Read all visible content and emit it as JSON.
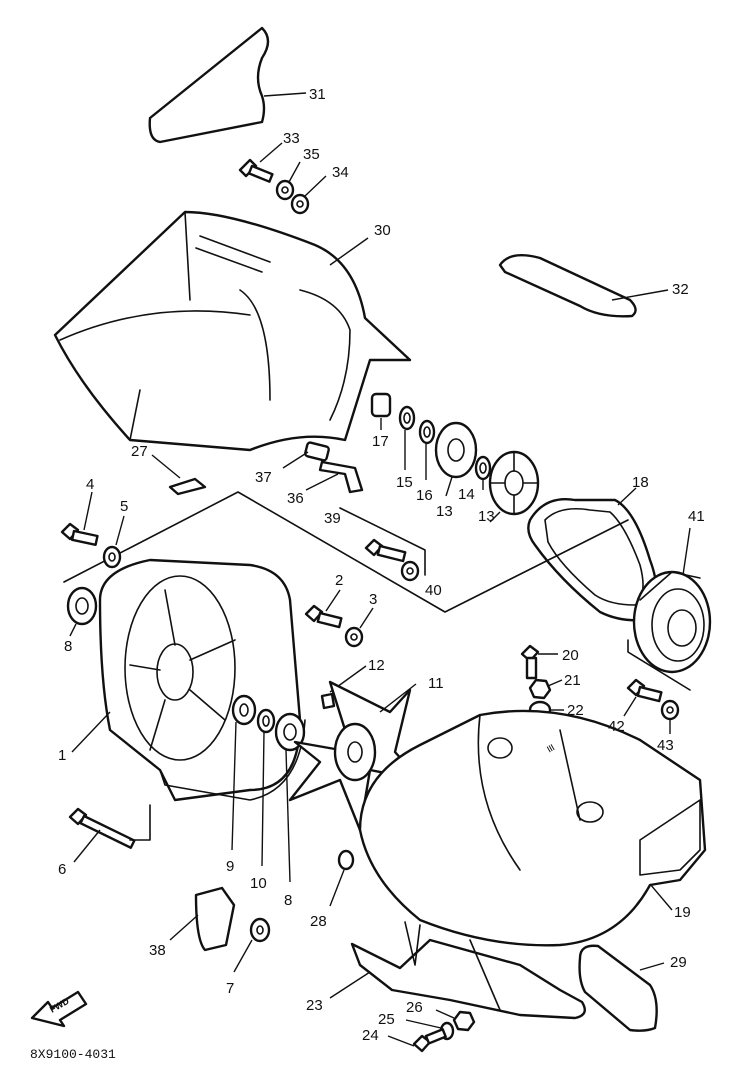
{
  "diagram": {
    "drawing_code": "8X9100-4031",
    "fwd_label": "FWD",
    "callouts": [
      {
        "id": "c31",
        "text": "31"
      },
      {
        "id": "c33",
        "text": "33"
      },
      {
        "id": "c35",
        "text": "35"
      },
      {
        "id": "c34",
        "text": "34"
      },
      {
        "id": "c30",
        "text": "30"
      },
      {
        "id": "c32",
        "text": "32"
      },
      {
        "id": "c17",
        "text": "17"
      },
      {
        "id": "c15",
        "text": "15"
      },
      {
        "id": "c16",
        "text": "16"
      },
      {
        "id": "c13a",
        "text": "13"
      },
      {
        "id": "c14",
        "text": "14"
      },
      {
        "id": "c13b",
        "text": "13"
      },
      {
        "id": "c18",
        "text": "18"
      },
      {
        "id": "c41",
        "text": "41"
      },
      {
        "id": "c27",
        "text": "27"
      },
      {
        "id": "c37",
        "text": "37"
      },
      {
        "id": "c36",
        "text": "36"
      },
      {
        "id": "c39",
        "text": "39"
      },
      {
        "id": "c40",
        "text": "40"
      },
      {
        "id": "c4",
        "text": "4"
      },
      {
        "id": "c5",
        "text": "5"
      },
      {
        "id": "c8a",
        "text": "8"
      },
      {
        "id": "c2",
        "text": "2"
      },
      {
        "id": "c3",
        "text": "3"
      },
      {
        "id": "c20",
        "text": "20"
      },
      {
        "id": "c21",
        "text": "21"
      },
      {
        "id": "c22",
        "text": "22"
      },
      {
        "id": "c42",
        "text": "42"
      },
      {
        "id": "c43",
        "text": "43"
      },
      {
        "id": "c12",
        "text": "12"
      },
      {
        "id": "c11",
        "text": "11"
      },
      {
        "id": "c1",
        "text": "1"
      },
      {
        "id": "c6",
        "text": "6"
      },
      {
        "id": "c9",
        "text": "9"
      },
      {
        "id": "c10",
        "text": "10"
      },
      {
        "id": "c8b",
        "text": "8"
      },
      {
        "id": "c28",
        "text": "28"
      },
      {
        "id": "c19",
        "text": "19"
      },
      {
        "id": "c38",
        "text": "38"
      },
      {
        "id": "c7",
        "text": "7"
      },
      {
        "id": "c29",
        "text": "29"
      },
      {
        "id": "c23",
        "text": "23"
      },
      {
        "id": "c26",
        "text": "26"
      },
      {
        "id": "c25",
        "text": "25"
      },
      {
        "id": "c24",
        "text": "24"
      }
    ]
  }
}
